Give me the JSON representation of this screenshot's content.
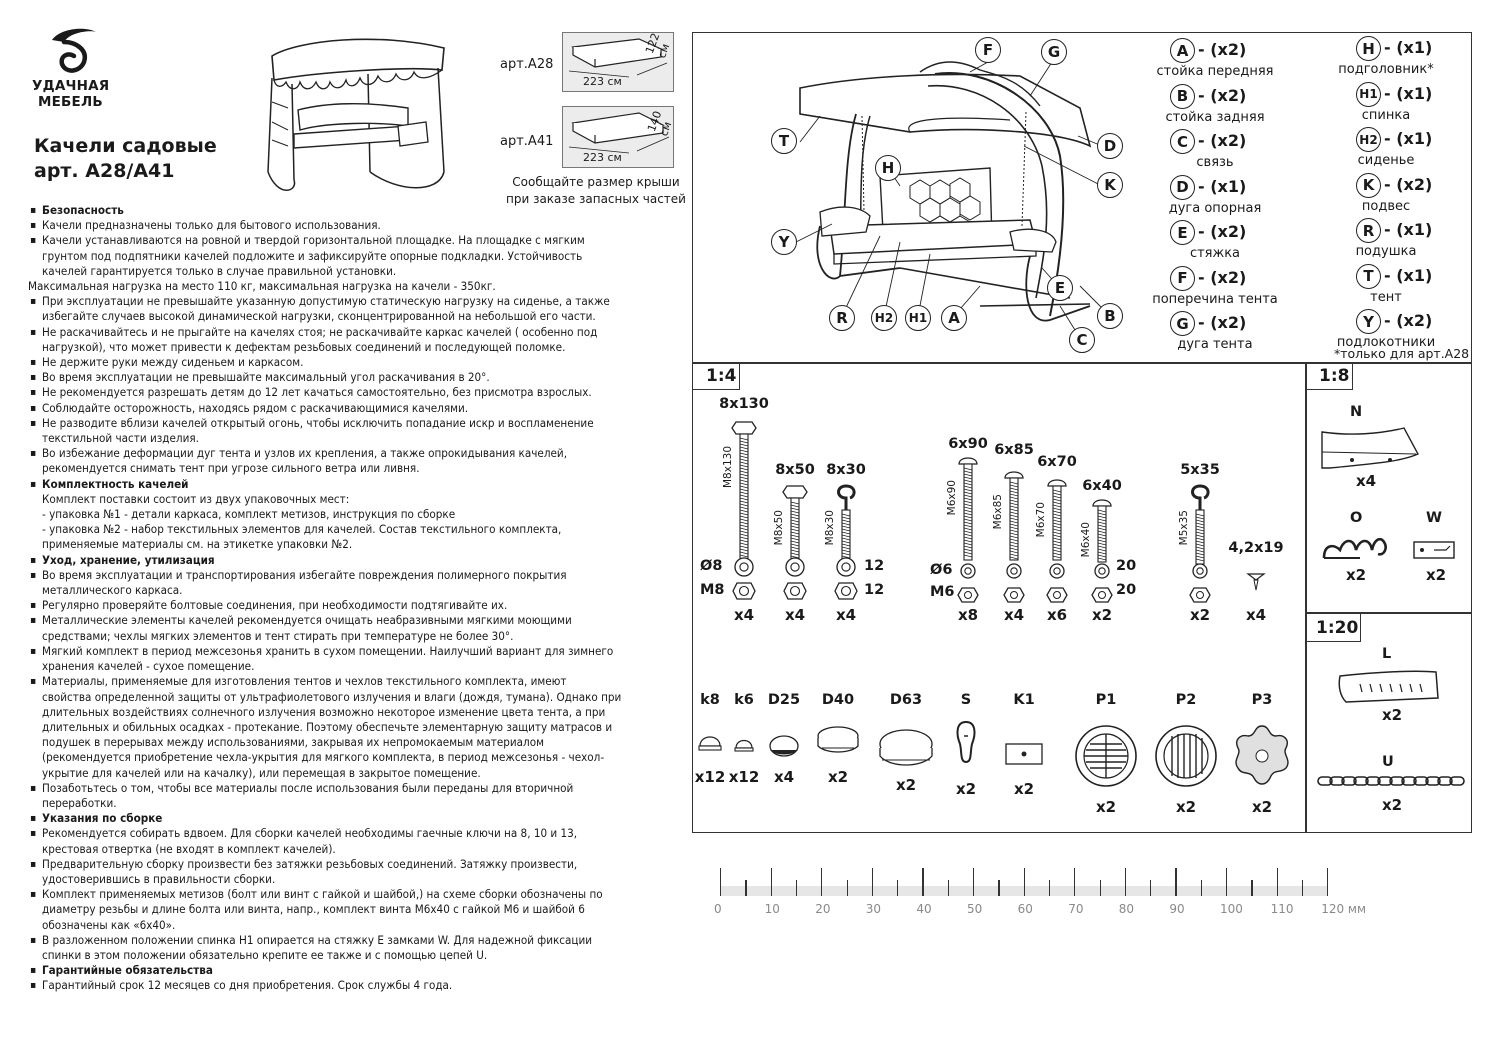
{
  "logo": {
    "line1": "УДАЧНАЯ",
    "line2": "МЕБЕЛЬ"
  },
  "title": {
    "line1": "Качели садовые",
    "line2": "арт. A28/A41"
  },
  "roof_variants": [
    {
      "art": "арт.A28",
      "width": "223 см",
      "depth": "122 см"
    },
    {
      "art": "арт.A41",
      "width": "223 см",
      "depth": "140 см"
    }
  ],
  "roof_note": {
    "line1": "Сообщайте размер крыши",
    "line2": "при заказе запасных частей"
  },
  "rules": [
    {
      "t": "Безопасность",
      "s": "bh"
    },
    {
      "t": "Качели предназначены только для бытового использования.",
      "s": "b"
    },
    {
      "t": "Качели устанавливаются на ровной и твердой горизонтальной площадке. На площадке с мягким",
      "s": "b"
    },
    {
      "t": "грунтом под подпятники качелей подложите и зафиксируйте опорные подкладки. Устойчивость",
      "s": "ind"
    },
    {
      "t": "качелей гарантируется только в случае правильной установки.",
      "s": "ind"
    },
    {
      "t": "Максимальная нагрузка на место 110 кг, максимальная нагрузка на качели - 350кг.",
      "s": "plain"
    },
    {
      "t": "При эксплуатации не превышайте указанную допустимую статическую нагрузку на сиденье, а также",
      "s": "b"
    },
    {
      "t": "избегайте случаев высокой динамической нагрузки, сконцентрированной на небольшой его части.",
      "s": "ind"
    },
    {
      "t": "Не раскачивайтесь и не прыгайте на качелях стоя; не раскачивайте каркас качелей ( особенно под",
      "s": "b"
    },
    {
      "t": "нагрузкой), что может привести к дефектам резьбовых соединений и последующей поломке.",
      "s": "ind"
    },
    {
      "t": "Не держите руки между сиденьем и каркасом.",
      "s": "b"
    },
    {
      "t": "Во время эксплуатации не превышайте максимальный угол раскачивания в 20°.",
      "s": "b"
    },
    {
      "t": "Не рекомендуется разрешать детям до 12 лет качаться самостоятельно, без присмотра взрослых.",
      "s": "b"
    },
    {
      "t": "Соблюдайте осторожность, находясь рядом с раскачивающимися качелями.",
      "s": "b"
    },
    {
      "t": "Не разводите вблизи качелей открытый огонь, чтобы исключить попадание искр и воспламенение",
      "s": "b"
    },
    {
      "t": "текстильной части изделия.",
      "s": "ind"
    },
    {
      "t": "Во избежание деформации дуг тента и узлов их крепления, а также опрокидывания качелей,",
      "s": "b"
    },
    {
      "t": "рекомендуется снимать тент при угрозе сильного ветра или ливня.",
      "s": "ind"
    },
    {
      "t": "Комплектность качелей",
      "s": "bh"
    },
    {
      "t": "Комплект поставки  состоит из двух упаковочных мест:",
      "s": "ind"
    },
    {
      "t": "- упаковка №1 - детали каркаса, комплект метизов, инструкция по сборке",
      "s": "ind"
    },
    {
      "t": "- упаковка №2 - набор текстильных элементов для качелей. Состав текстильного комплекта,",
      "s": "ind"
    },
    {
      "t": "  применяемые материалы см. на этикетке упаковки №2.",
      "s": "ind"
    },
    {
      "t": "Уход, хранение, утилизация",
      "s": "bh"
    },
    {
      "t": "Во время эксплуатации и транспортирования избегайте повреждения полимерного покрытия",
      "s": "b"
    },
    {
      "t": "металлического каркаса.",
      "s": "ind"
    },
    {
      "t": "Регулярно проверяйте болтовые соединения, при необходимости подтягивайте их.",
      "s": "b"
    },
    {
      "t": "Металлические элементы качелей рекомендуется очищать неабразивными мягкими моющими",
      "s": "b"
    },
    {
      "t": "средствами; чехлы мягких элементов и тент стирать при температуре не более 30°.",
      "s": "ind"
    },
    {
      "t": "Мягкий комплект в период межсезонья хранить в сухом помещении. Наилучший вариант для зимнего",
      "s": "b"
    },
    {
      "t": "хранения качелей - сухое помещение.",
      "s": "ind"
    },
    {
      "t": "Материалы, применяемые для  изготовления тентов и чехлов текстильного комплекта, имеют",
      "s": "b"
    },
    {
      "t": "свойства определенной защиты от ультрафиолетового излучения и влаги (дождя, тумана). Однако при",
      "s": "ind"
    },
    {
      "t": "длительных воздействиях солнечного излучения возможно некоторое изменение цвета тента, а при",
      "s": "ind"
    },
    {
      "t": "длительных и обильных осадках - протекание. Поэтому обеспечьте элементарную защиту матрасов и",
      "s": "ind"
    },
    {
      "t": "подушек в перерывах между использованиями, закрывая их непромокаемым материалом",
      "s": "ind"
    },
    {
      "t": "(рекомендуется приобретение чехла-укрытия для мягкого комплекта, в период межсезонья - чехол-",
      "s": "ind"
    },
    {
      "t": "укрытие для качелей или на качалку), или перемещая в закрытое помещение.",
      "s": "ind"
    },
    {
      "t": "Позаботьтесь о том, чтобы все материалы после использования были переданы для вторичной",
      "s": "b"
    },
    {
      "t": "переработки.",
      "s": "ind"
    },
    {
      "t": "Указания по сборке",
      "s": "bh"
    },
    {
      "t": "Рекомендуется собирать вдвоем. Для сборки качелей необходимы гаечные ключи на 8, 10 и 13,",
      "s": "b"
    },
    {
      "t": "крестовая отвертка (не входят в комплект качелей).",
      "s": "ind"
    },
    {
      "t": "Предварительную сборку произвести без затяжки резьбовых соединений. Затяжку произвести,",
      "s": "b"
    },
    {
      "t": "удостоверившись в правильности сборки.",
      "s": "ind"
    },
    {
      "t": "Комплект применяемых метизов (болт или винт с гайкой и шайбой,) на схеме сборки обозначены по",
      "s": "b"
    },
    {
      "t": "диаметру резьбы и длине болта или винта, напр., комплект винта М6х40 с гайкой М6 и шайбой 6",
      "s": "ind"
    },
    {
      "t": "обозначены как «6х40».",
      "s": "ind"
    },
    {
      "t": "В разложенном положении спинка H1 опирается на стяжку E замками W.  Для надежной фиксации",
      "s": "b"
    },
    {
      "t": "спинки в этом положении обязательно крепите ее также и с помощью цепей U.",
      "s": "ind"
    },
    {
      "t": "Гарантийные обязательства",
      "s": "bh"
    },
    {
      "t": "Гарантийный срок 12 месяцев со дня приобретения. Срок службы 4 года.",
      "s": "b"
    }
  ],
  "diagram_callouts": [
    "F",
    "G",
    "T",
    "D",
    "H",
    "K",
    "Y",
    "E",
    "B",
    "R",
    "H2",
    "H1",
    "A",
    "C"
  ],
  "legend_left": [
    {
      "code": "A",
      "qty": "- (x2)",
      "name": "стойка передняя"
    },
    {
      "code": "B",
      "qty": "- (x2)",
      "name": "стойка задняя"
    },
    {
      "code": "C",
      "qty": "- (x2)",
      "name": "связь"
    },
    {
      "code": "D",
      "qty": "- (x1)",
      "name": "дуга опорная"
    },
    {
      "code": "E",
      "qty": "- (x2)",
      "name": "стяжка"
    },
    {
      "code": "F",
      "qty": "- (x2)",
      "name": "поперечина тента"
    },
    {
      "code": "G",
      "qty": "- (x2)",
      "name": "дуга тента"
    }
  ],
  "legend_right": [
    {
      "code": "H",
      "qty": "- (x1)",
      "name": "подголовник*"
    },
    {
      "code": "H1",
      "qty": "- (x1)",
      "name": "спинка"
    },
    {
      "code": "H2",
      "qty": "- (x1)",
      "name": "сиденье"
    },
    {
      "code": "K",
      "qty": "- (x2)",
      "name": "подвес"
    },
    {
      "code": "R",
      "qty": "- (x1)",
      "name": "подушка"
    },
    {
      "code": "T",
      "qty": "- (x1)",
      "name": "тент"
    },
    {
      "code": "Y",
      "qty": "- (x2)",
      "name": "подлокотники"
    }
  ],
  "legend_footnote": "*только для арт.A28",
  "scale_14": "1:4",
  "scale_18": "1:8",
  "scale_120": "1:20",
  "bolts": [
    {
      "label": "8x130",
      "sub": "M8x130",
      "qty": "x4"
    },
    {
      "label": "8x50",
      "sub": "M8x50",
      "qty": "x4"
    },
    {
      "label": "8x30",
      "sub": "M8x30",
      "qty": "x4"
    },
    {
      "label": "6x90",
      "sub": "M6x90",
      "qty": "x8"
    },
    {
      "label": "6x85",
      "sub": "M6x85",
      "qty": "x4"
    },
    {
      "label": "6x70",
      "sub": "M6x70",
      "qty": "x6"
    },
    {
      "label": "6x40",
      "sub": "M6x40",
      "qty": "x2"
    },
    {
      "label": "5x35",
      "sub": "M5x35",
      "qty": "x2"
    },
    {
      "label": "4,2x19",
      "sub": "",
      "qty": "x4"
    }
  ],
  "washer_labels": {
    "d8": "Ø8",
    "m8": "M8",
    "n12a": "12",
    "n12b": "12",
    "d6": "Ø6",
    "m6": "M6",
    "n20a": "20",
    "n20b": "20"
  },
  "small_parts_18": [
    {
      "label": "N",
      "qty": "x4"
    },
    {
      "label": "O",
      "qty": "x2"
    },
    {
      "label": "W",
      "qty": "x2"
    }
  ],
  "small_parts_120": [
    {
      "label": "L",
      "qty": "x2"
    },
    {
      "label": "U",
      "qty": "x2"
    }
  ],
  "caps": [
    {
      "label": "k8",
      "qty": "x12"
    },
    {
      "label": "k6",
      "qty": "x12"
    },
    {
      "label": "D25",
      "qty": "x4"
    },
    {
      "label": "D40",
      "qty": "x2"
    },
    {
      "label": "D63",
      "qty": "x2"
    },
    {
      "label": "S",
      "qty": "x2"
    },
    {
      "label": "K1",
      "qty": "x2"
    },
    {
      "label": "P1",
      "qty": "x2"
    },
    {
      "label": "P2",
      "qty": "x2"
    },
    {
      "label": "P3",
      "qty": "x2"
    }
  ],
  "ruler": {
    "ticks": [
      "0",
      "10",
      "20",
      "30",
      "40",
      "50",
      "60",
      "70",
      "80",
      "90",
      "100",
      "110",
      "120 мм"
    ]
  }
}
